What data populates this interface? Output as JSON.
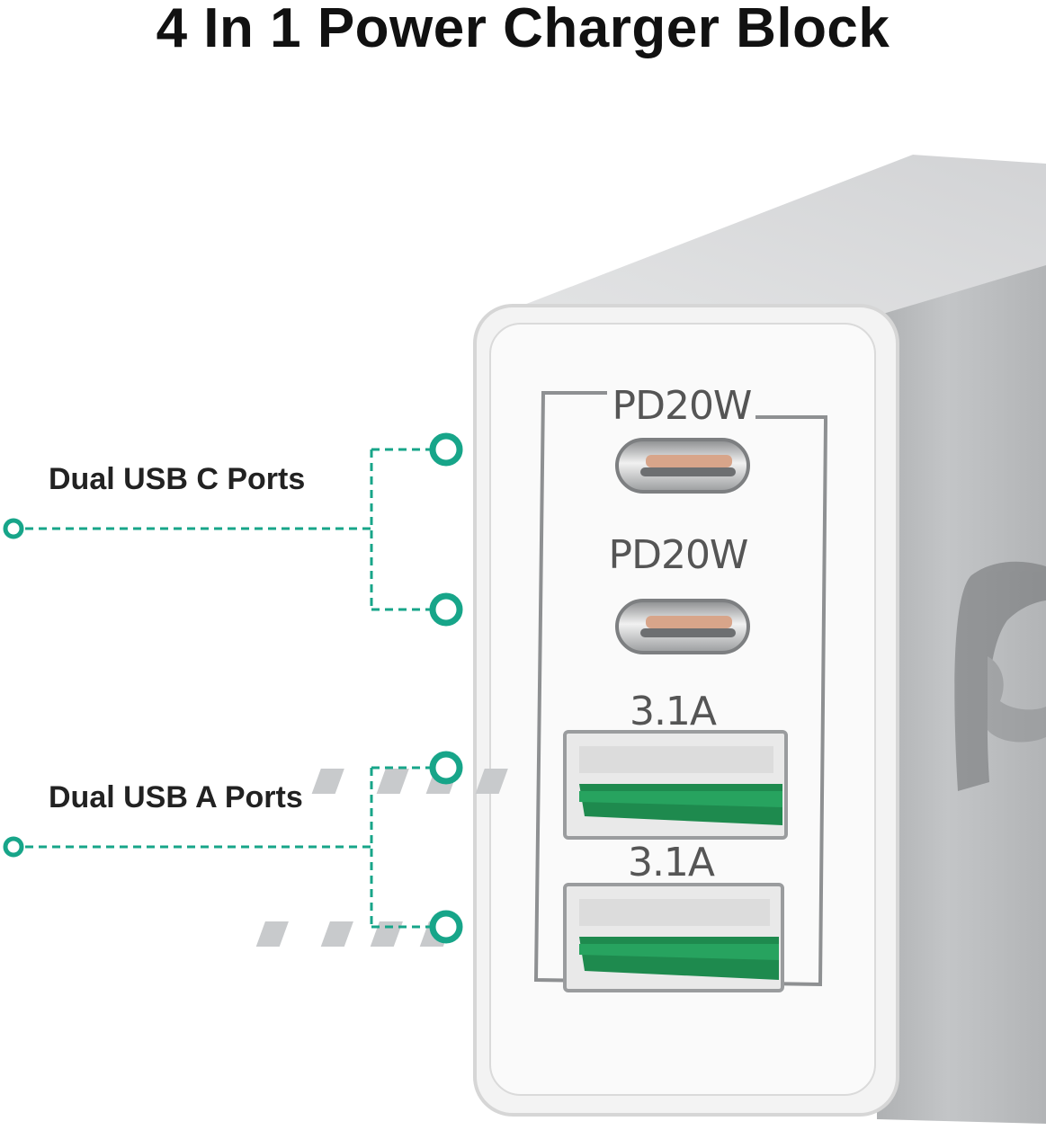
{
  "title": "4 In 1 Power Charger Block",
  "callouts": {
    "usb_c": "Dual USB C Ports",
    "usb_a": "Dual USB A Ports"
  },
  "ports": {
    "usb_c_1": "PD20W",
    "usb_c_2": "PD20W",
    "usb_a_1": "3.1A",
    "usb_a_2": "3.1A"
  },
  "colors": {
    "accent": "#17a589",
    "port_green": "#1e8a4e",
    "body_gray": "#b9bbbd",
    "face_white": "#f6f6f6"
  }
}
